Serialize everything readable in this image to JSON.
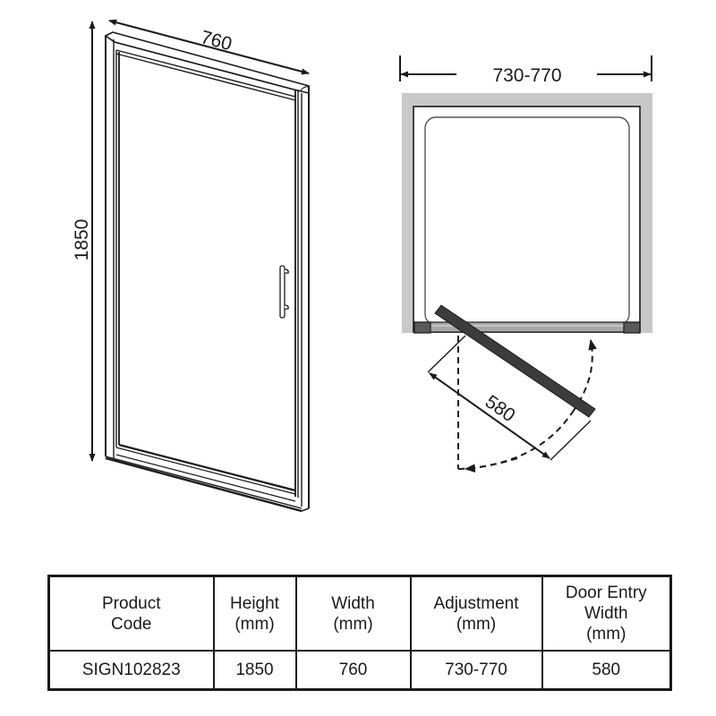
{
  "diagram": {
    "door_elevation": {
      "width_label": "760",
      "height_label": "1850"
    },
    "plan_view": {
      "adjustment_label": "730-770",
      "door_entry_label": "580"
    },
    "colors": {
      "line": "#1a1a1a",
      "wall_fill": "#c8c8c8",
      "tray_outline": "#555555",
      "door_panel": "#3c3c3c",
      "end_block": "#5a5a5a",
      "track": "#a8a8a8"
    }
  },
  "table": {
    "headers": [
      {
        "line1": "Product",
        "line2": "Code",
        "line3": ""
      },
      {
        "line1": "Height",
        "line2": "(mm)",
        "line3": ""
      },
      {
        "line1": "Width",
        "line2": "(mm)",
        "line3": ""
      },
      {
        "line1": "Adjustment",
        "line2": "(mm)",
        "line3": ""
      },
      {
        "line1": "Door Entry",
        "line2": "Width",
        "line3": "(mm)"
      }
    ],
    "rows": [
      {
        "product_code": "SIGN102823",
        "height": "1850",
        "width": "760",
        "adjustment": "730-770",
        "door_entry_width": "580"
      }
    ]
  }
}
